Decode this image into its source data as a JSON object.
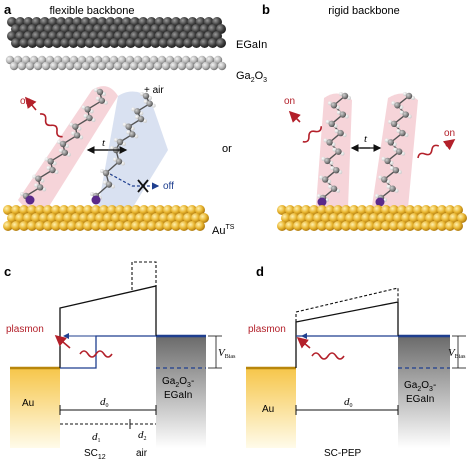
{
  "panels": {
    "a": {
      "label": "a",
      "title": "flexible backbone",
      "on": "on",
      "plus_air": "+ air",
      "t": "t",
      "off": "off",
      "or": "or",
      "au_main": "Au",
      "au_sup": "TS"
    },
    "b": {
      "label": "b",
      "title": "rigid backbone",
      "egain": "EGaIn",
      "oxide_main": "Ga",
      "oxide_sub1": "2",
      "oxide_mid": "O",
      "oxide_sub2": "3",
      "on_left": "on",
      "on_right": "on",
      "t": "t"
    },
    "c": {
      "label": "c",
      "plasmon": "plasmon",
      "au": "Au",
      "electrode_line1": "Ga",
      "electrode_sub1": "2",
      "electrode_mid": "O",
      "electrode_sub2": "3",
      "electrode_dash": "-",
      "electrode_line2": "EGaIn",
      "vbias_v": "V",
      "vbias_sub": "Bias",
      "d0_main": "d",
      "d0_sub": "0",
      "d1_main": "d",
      "d1_sub": "1",
      "d2_main": "d",
      "d2_sub": "2",
      "sc_main": "SC",
      "sc_sub": "12",
      "air": "air"
    },
    "d": {
      "label": "d",
      "plasmon": "plasmon",
      "au": "Au",
      "electrode_line1": "Ga",
      "electrode_sub1": "2",
      "electrode_mid": "O",
      "electrode_sub2": "3",
      "electrode_dash": "-",
      "electrode_line2": "EGaIn",
      "vbias_v": "V",
      "vbias_sub": "Bias",
      "d0_main": "d",
      "d0_sub": "0",
      "sc_pep": "SC-PEP"
    }
  },
  "colors": {
    "emission_red": "#b3202a",
    "level_blue": "#1f3f8f",
    "gold": "#e8b530",
    "gold_dark": "#c98f12",
    "egain_gray": "#4a4a4a",
    "oxide_gray": "#b8b8b8",
    "thiol_purple": "#5a2a8a",
    "pink_halo": "#f3c5cc",
    "blue_halo": "#cfd9ee"
  }
}
